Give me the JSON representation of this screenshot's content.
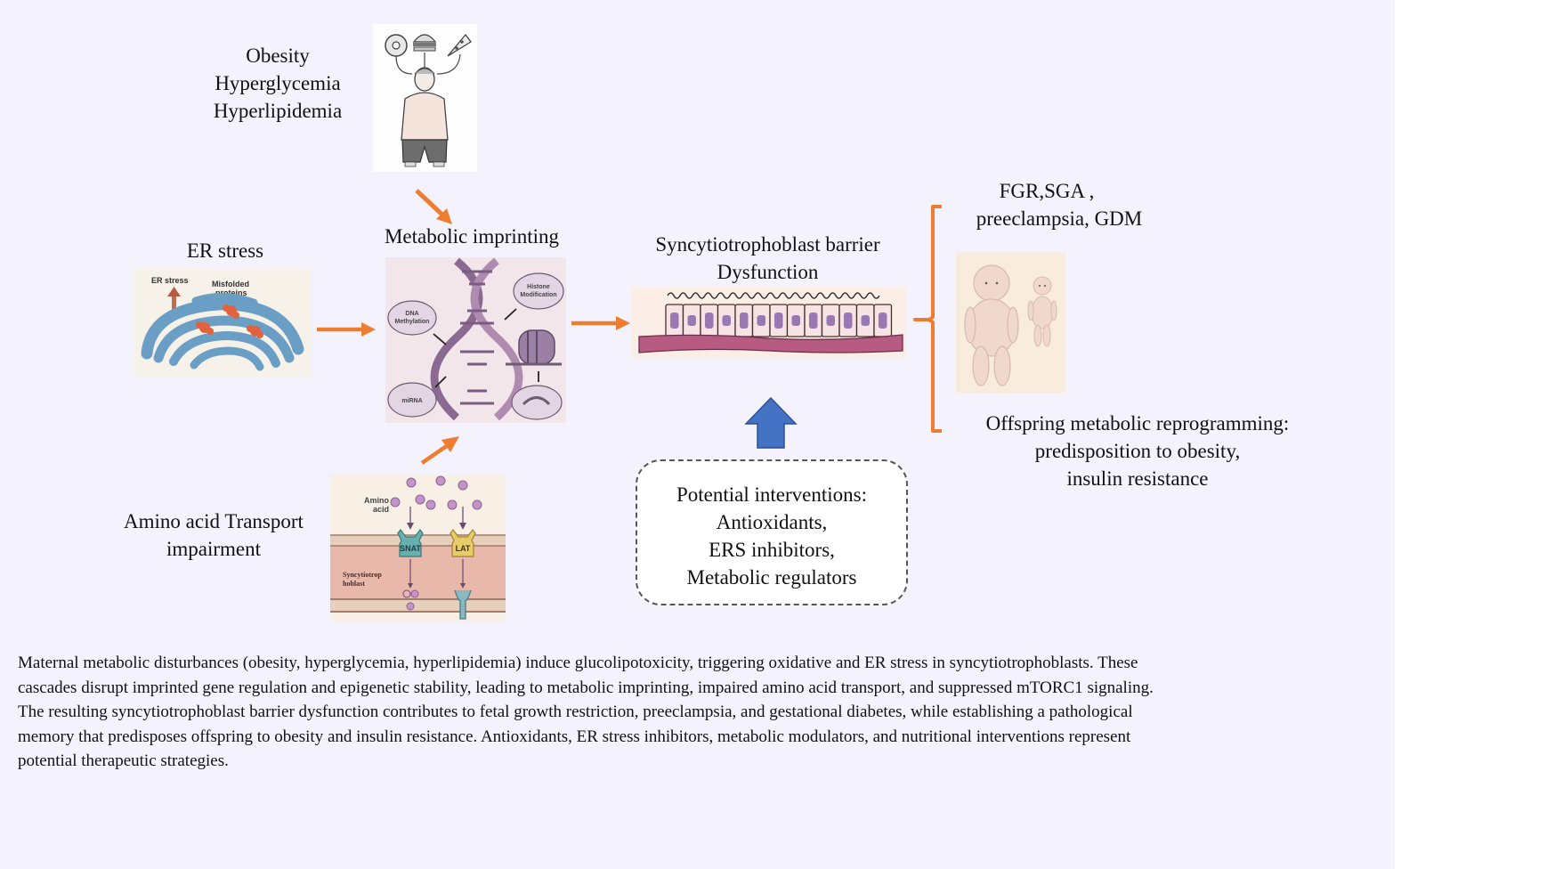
{
  "diagram": {
    "risk_factors": [
      "Obesity",
      "Hyperglycemia",
      "Hyperlipidemia"
    ],
    "er_stress": {
      "title": "ER stress",
      "inset_labels": {
        "stress": "ER stress",
        "misfolded": "Misfolded",
        "proteins": "proteins"
      }
    },
    "metabolic_imprinting": {
      "title": "Metabolic imprinting",
      "inset_labels": {
        "dna_methylation_1": "DNA",
        "dna_methylation_2": "Methylation",
        "histone_1": "Histone",
        "histone_2": "Modification",
        "mirna": "miRNA"
      }
    },
    "amino_acid": {
      "title_line1": "Amino acid Transport",
      "title_line2": "impairment",
      "inset_labels": {
        "amino_1": "Amino",
        "amino_2": "acid",
        "snat": "SNAT",
        "lat": "LAT",
        "syncytio_1": "Syncytiotrop",
        "syncytio_2": "hoblast"
      }
    },
    "barrier": {
      "title_line1": "Syncytiotrophoblast barrier",
      "title_line2": "Dysfunction"
    },
    "interventions": {
      "lines": [
        "Potential interventions:",
        "Antioxidants,",
        "ERS inhibitors,",
        "Metabolic regulators"
      ]
    },
    "outcomes": {
      "pregnancy_line1": "FGR,SGA ,",
      "pregnancy_line2": "preeclampsia, GDM",
      "offspring_lines": [
        "Offspring metabolic reprogramming:",
        "predisposition to obesity,",
        "insulin resistance"
      ]
    },
    "colors": {
      "background": "#f4f2fd",
      "arrow_orange": "#ed7d31",
      "arrow_blue": "#4472c4",
      "er_blue": "#6a9ec4",
      "dna_purple": "#8a6a92"
    }
  },
  "caption": {
    "lines": [
      "Maternal metabolic disturbances (obesity, hyperglycemia, hyperlipidemia) induce glucolipotoxicity, triggering oxidative and ER stress in syncytiotrophoblasts. These",
      "cascades disrupt imprinted gene regulation and epigenetic stability, leading to metabolic imprinting, impaired amino acid transport, and suppressed mTORC1 signaling.",
      "The resulting syncytiotrophoblast barrier dysfunction contributes to fetal growth restriction, preeclampsia, and gestational diabetes, while establishing a pathological",
      "memory that predisposes offspring to obesity and insulin resistance. Antioxidants, ER stress inhibitors, metabolic modulators, and nutritional interventions represent",
      "potential therapeutic strategies."
    ]
  }
}
